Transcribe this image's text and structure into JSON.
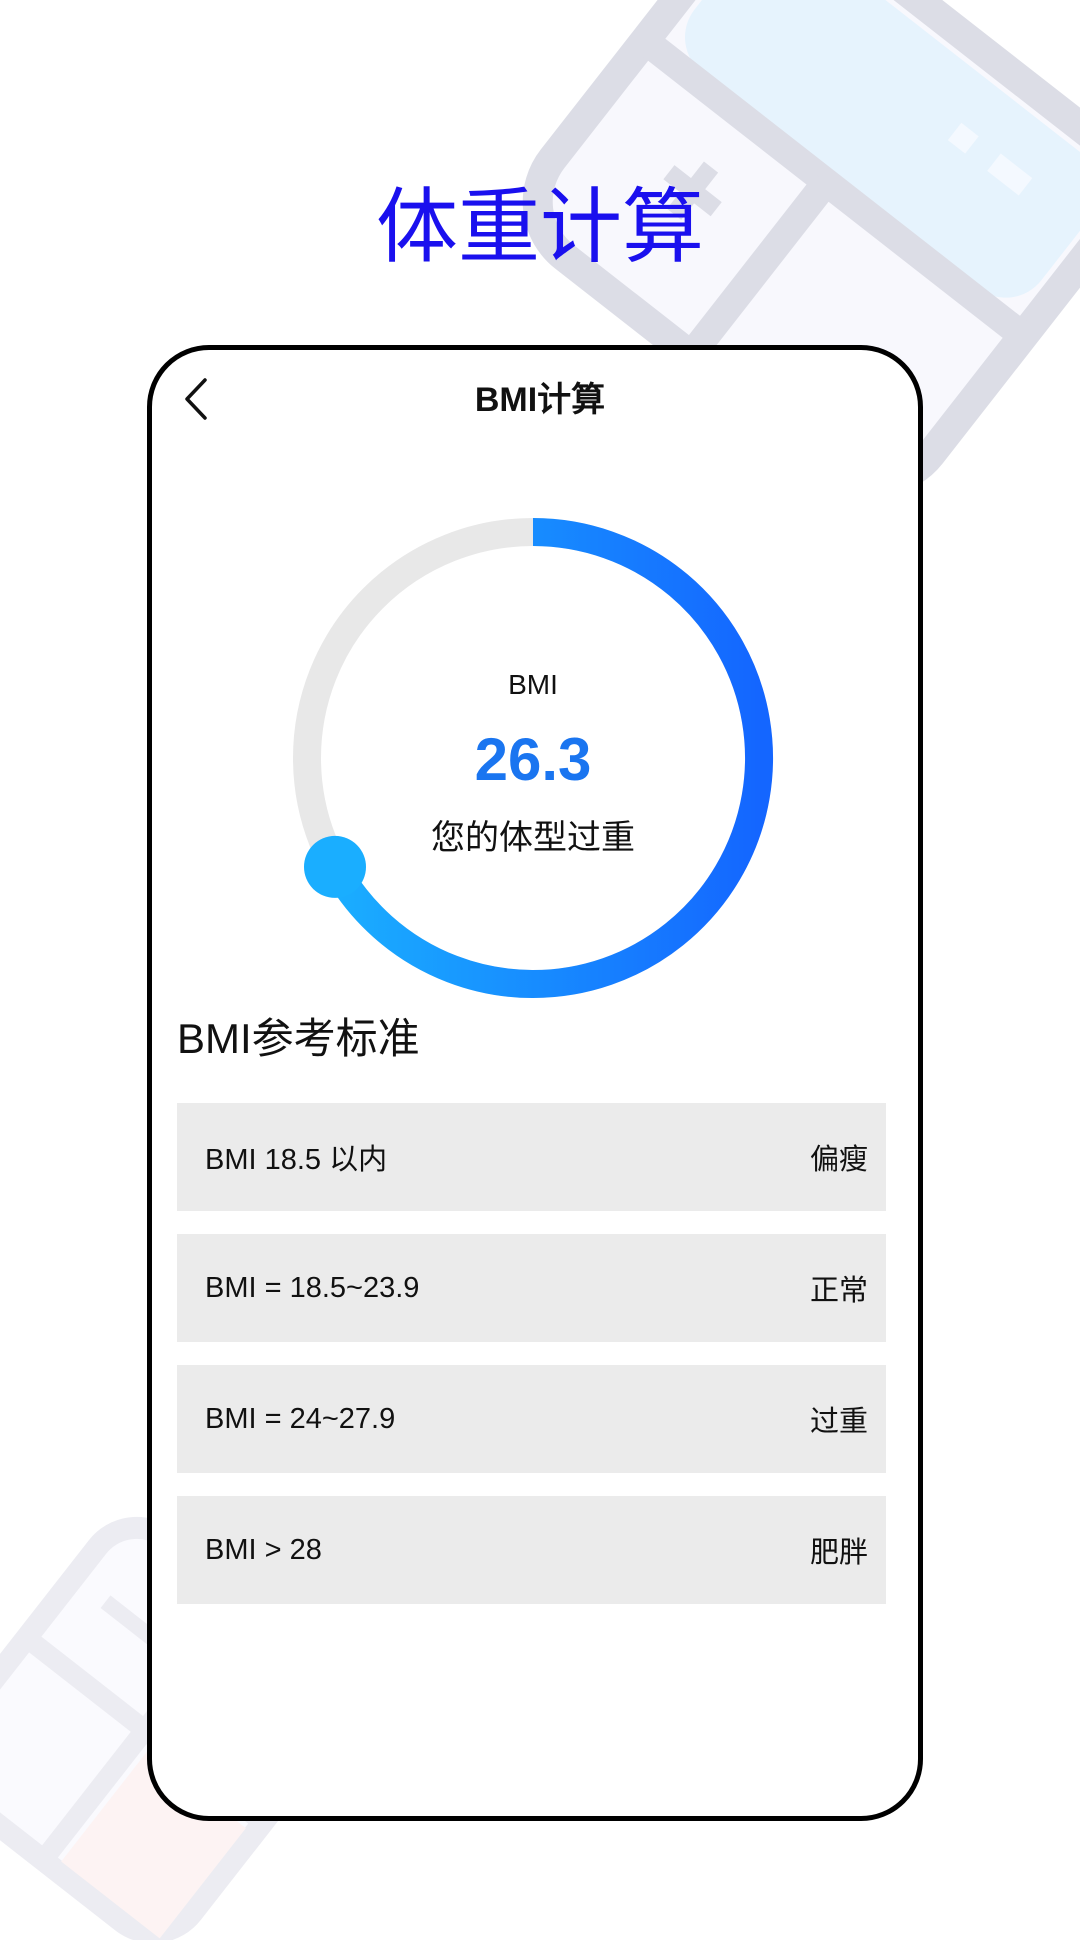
{
  "headline": "体重计算",
  "nav": {
    "back_icon": "chevron-left-icon",
    "title": "BMI计算"
  },
  "gauge": {
    "label": "BMI",
    "value": "26.3",
    "status": "您的体型过重",
    "progress_percent": 67,
    "colors": {
      "track": "#e8e8e8",
      "gradient_start": "#1aaeff",
      "gradient_end": "#1466ff",
      "knob": "#1aaeff",
      "value_text": "#1a75f0"
    }
  },
  "reference": {
    "title": "BMI参考标准",
    "rows": [
      {
        "range": "BMI 18.5 以内",
        "category": "偏瘦"
      },
      {
        "range": "BMI = 18.5~23.9",
        "category": "正常"
      },
      {
        "range": "BMI = 24~27.9",
        "category": "过重"
      },
      {
        "range": "BMI > 28",
        "category": "肥胖"
      }
    ]
  },
  "colors": {
    "headline": "#1a10ee",
    "row_background": "#ebebeb",
    "frame_border": "#000000"
  }
}
